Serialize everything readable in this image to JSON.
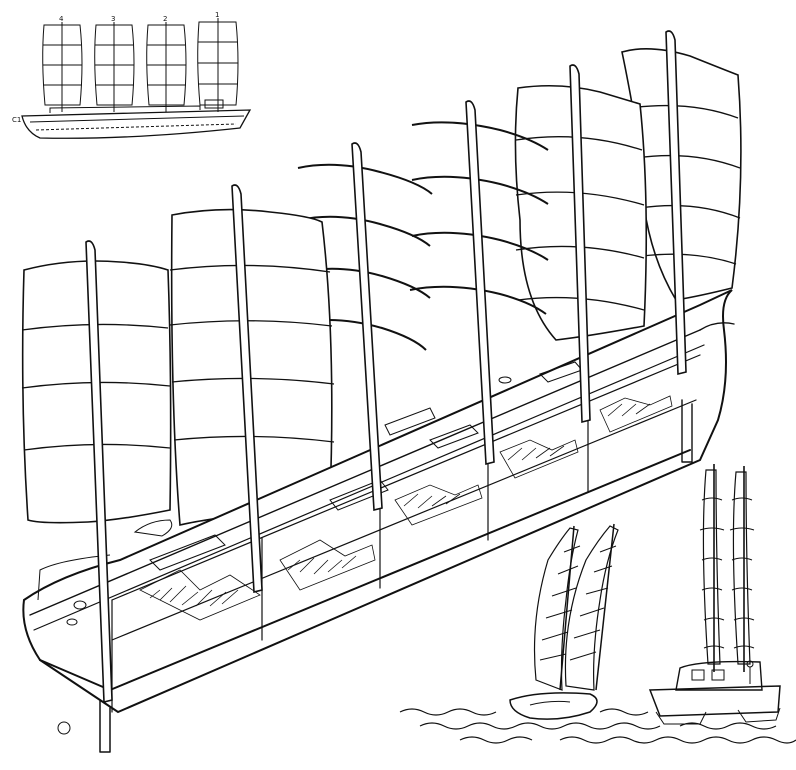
{
  "figure": {
    "background": "#ffffff",
    "ink": "#111111",
    "inset_labels": [
      "4",
      "3",
      "2",
      "1"
    ],
    "inset_bow_label": "C1"
  }
}
